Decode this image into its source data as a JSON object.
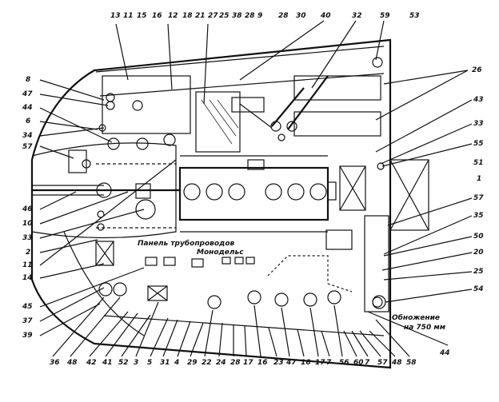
{
  "captions": {
    "panel": "Панель трубопроводов",
    "monodels": "Монодельс",
    "note_line1": "Обножение",
    "note_line2": "на 750 мм"
  },
  "labels": {
    "top": [
      "13",
      "11",
      "15",
      "16",
      "12",
      "18",
      "21",
      "27",
      "25",
      "38",
      "28",
      "9",
      "28",
      "30",
      "40",
      "32",
      "59",
      "53"
    ],
    "left": [
      "8",
      "47",
      "44",
      "6",
      "34",
      "57",
      "46",
      "10",
      "33",
      "2",
      "11",
      "14",
      "45",
      "37",
      "39"
    ],
    "right": [
      "26",
      "43",
      "33",
      "55",
      "51",
      "1",
      "57",
      "35",
      "50",
      "20",
      "25",
      "54"
    ],
    "bottom": [
      "36",
      "48",
      "42",
      "41",
      "52",
      "3",
      "5",
      "31",
      "4",
      "29",
      "22",
      "24",
      "28",
      "17",
      "16",
      "23",
      "47",
      "16",
      "17",
      "7",
      "56",
      "60",
      "7",
      "57",
      "48",
      "58",
      "44"
    ]
  }
}
